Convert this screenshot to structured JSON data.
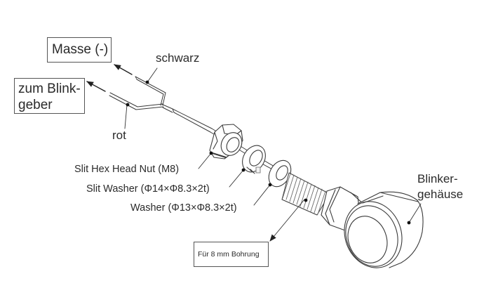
{
  "labels": {
    "ground_box": "Masse (-)",
    "indicator_relay_box_line1": "zum Blink-",
    "indicator_relay_box_line2": "geber",
    "black_wire": "schwarz",
    "red_wire": "rot",
    "hex_nut": "Slit Hex Head Nut (M8)",
    "slit_washer": "Slit Washer (Φ14×Φ8.3×2t)",
    "washer": "Washer (Φ13×Φ8.3×2t)",
    "drill_hole_box": "Für 8 mm Bohrung",
    "housing_line1": "Blinker-",
    "housing_line2": "gehäuse"
  },
  "colors": {
    "line": "#3a3a3a",
    "text": "#2b2b2b",
    "background": "#ffffff"
  }
}
